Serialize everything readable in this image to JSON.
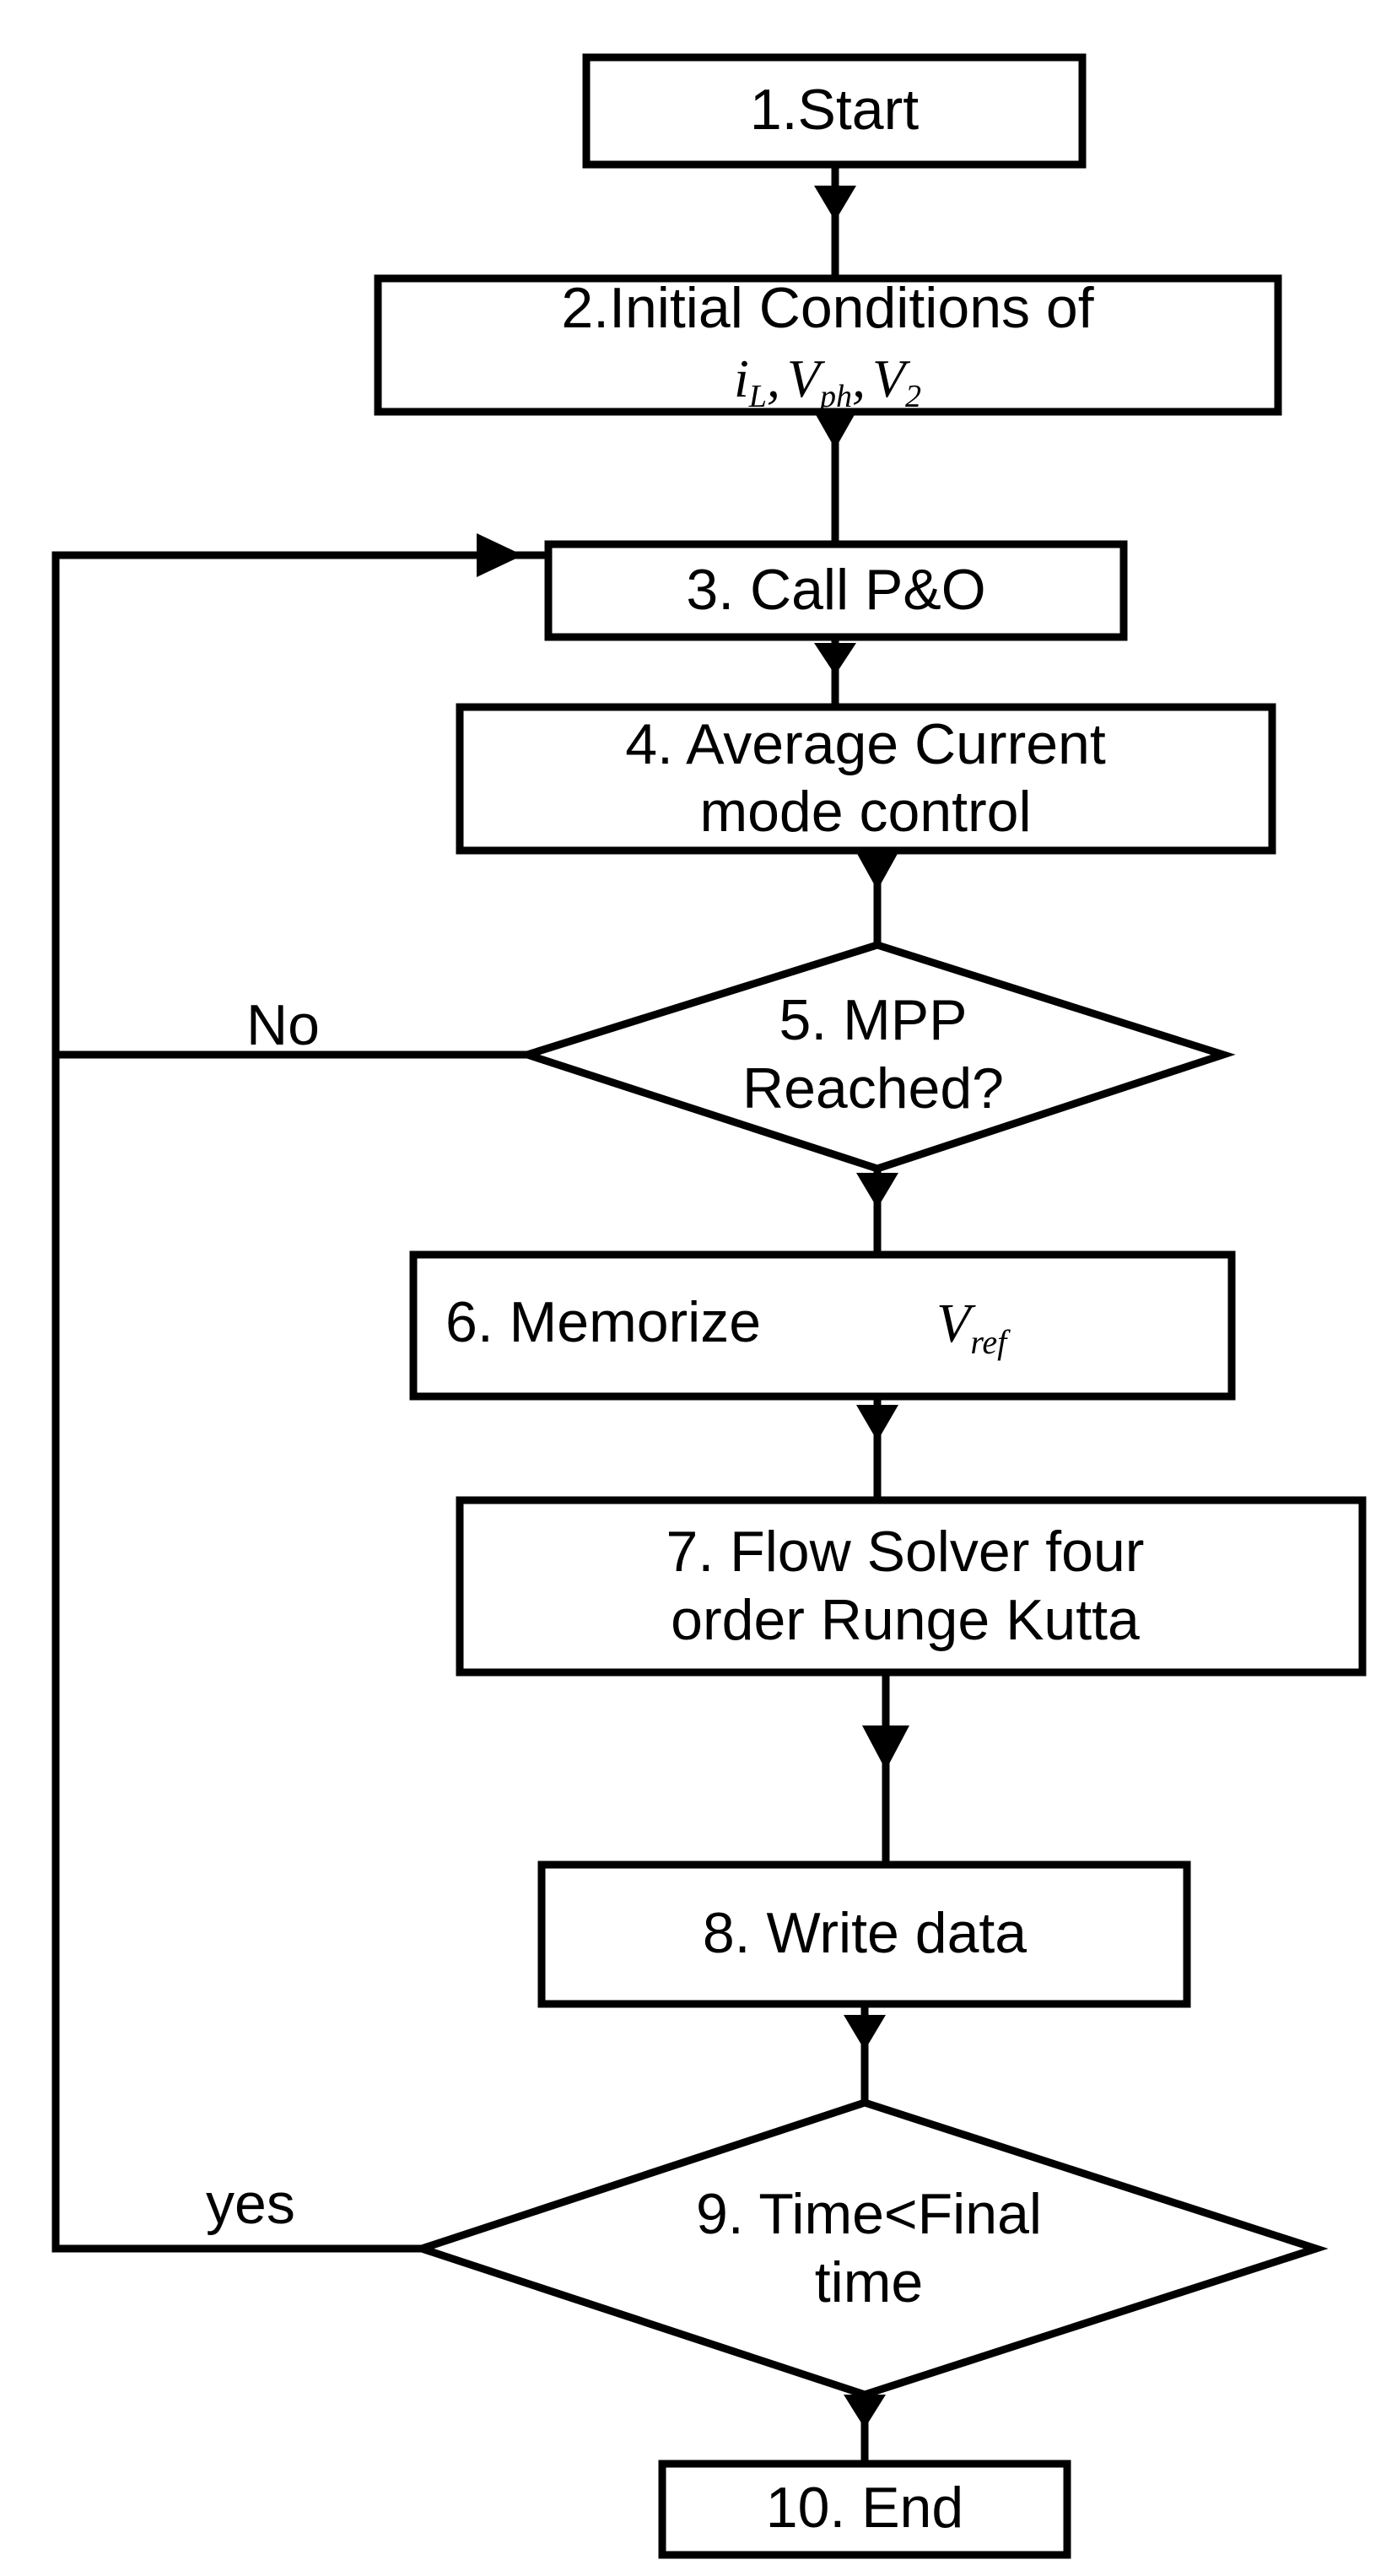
{
  "flowchart": {
    "steps": {
      "start": "1.Start",
      "initial_conditions": {
        "text": "2.Initial Conditions of",
        "var1": "i",
        "var1_sub": "L",
        "var2": "V",
        "var2_sub": "ph",
        "var3": "V",
        "var3_sub": "2",
        "sep": ","
      },
      "call_po": "3. Call P&O",
      "avg_current": {
        "line1": "4. Average Current",
        "line2": "mode control"
      },
      "mpp_reached": {
        "line1": "5. MPP",
        "line2": "Reached?"
      },
      "memorize": {
        "text": "6. Memorize",
        "var": "V",
        "var_sub": "ref"
      },
      "flow_solver": {
        "line1": "7. Flow Solver four",
        "line2": "order Runge Kutta"
      },
      "write_data": "8. Write data",
      "time_check": {
        "line1": "9. Time<Final",
        "line2": "time"
      },
      "end": "10. End"
    },
    "edges": {
      "no_label": "No",
      "yes_label": "yes"
    }
  }
}
